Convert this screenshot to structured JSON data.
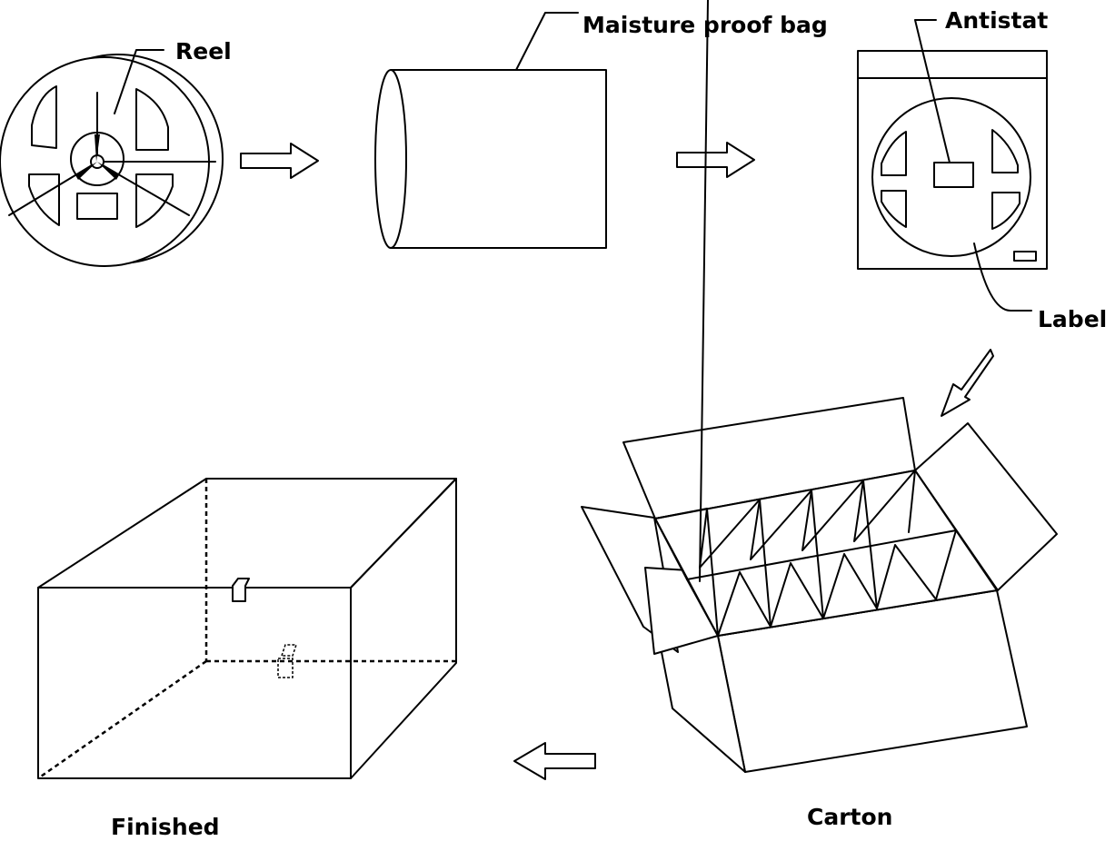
{
  "labels": {
    "reel": "Reel",
    "bag": "Maisture proof bag",
    "antistat": "Antistat",
    "label": "Label",
    "finished": "Finished",
    "carton": "Carton"
  }
}
